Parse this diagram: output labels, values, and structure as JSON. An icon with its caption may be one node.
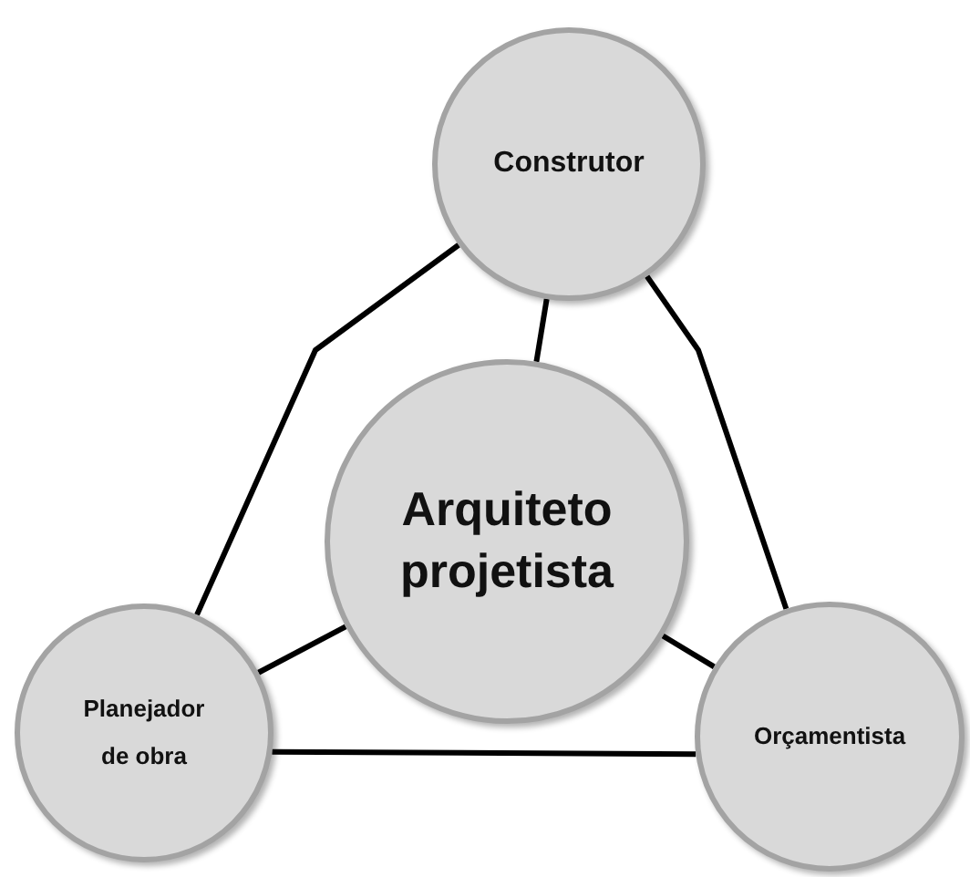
{
  "diagram": {
    "nodes": [
      {
        "text": [
          "Construtor"
        ]
      },
      {
        "text": [
          "Arquiteto projetista"
        ]
      },
      {
        "text": [
          "Planejador de obra"
        ]
      },
      {
        "text": [
          "Orçamentista"
        ]
      }
    ],
    "edges": [
      {
        "from": 1,
        "to": 0,
        "arrow": "none"
      },
      {
        "from": 0,
        "to": 2,
        "arrow": "none"
      },
      {
        "from": 0,
        "to": 3,
        "arrow": "none"
      },
      {
        "from": 1,
        "to": 2,
        "arrow": "none"
      },
      {
        "from": 1,
        "to": 3,
        "arrow": "none"
      },
      {
        "from": 2,
        "to": 3,
        "arrow": "none"
      }
    ]
  }
}
